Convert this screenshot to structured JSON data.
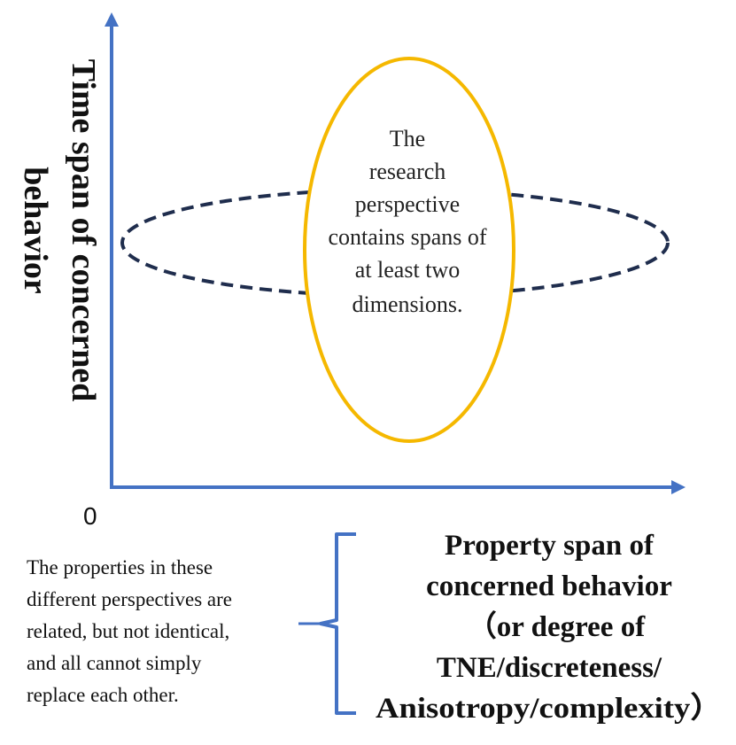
{
  "diagram": {
    "y_axis_label": [
      "Time span of concerned",
      "behavior"
    ],
    "origin_label": "0",
    "center_text": [
      "The",
      "research",
      "perspective",
      "contains  spans of",
      "at least two",
      "dimensions."
    ],
    "x_axis_label": [
      "Property span of",
      "concerned behavior",
      "（or degree of",
      "TNE/discreteness/",
      "Anisotropy/complexity）"
    ],
    "side_note": [
      "The properties in these",
      "different perspectives are",
      "related, but not identical,",
      "and all cannot simply",
      "replace each other."
    ],
    "colors": {
      "axis": "#4472C4",
      "dashed_ellipse": "#1F2D4D",
      "gold_ellipse": "#F5B800",
      "brace": "#4472C4",
      "text": "#111111"
    }
  }
}
